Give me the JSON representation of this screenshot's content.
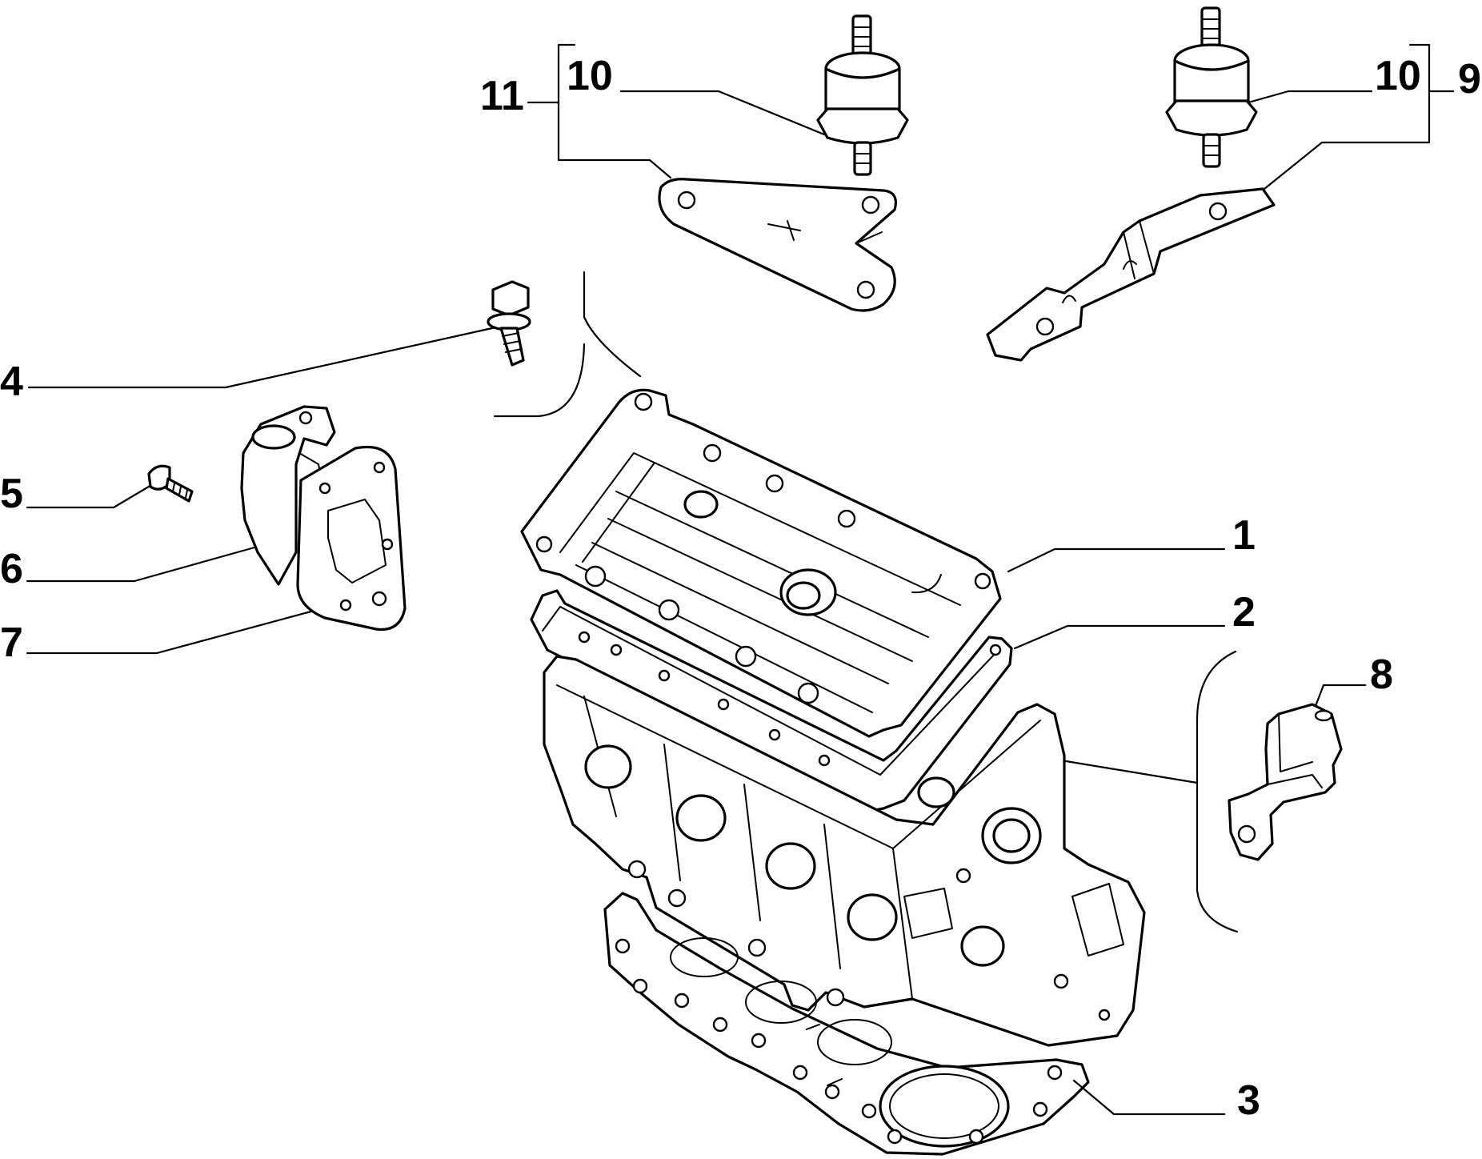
{
  "diagram": {
    "callouts": [
      {
        "id": "1",
        "label": "1"
      },
      {
        "id": "2",
        "label": "2"
      },
      {
        "id": "3",
        "label": "3"
      },
      {
        "id": "4",
        "label": "4"
      },
      {
        "id": "5",
        "label": "5"
      },
      {
        "id": "6",
        "label": "6"
      },
      {
        "id": "7",
        "label": "7"
      },
      {
        "id": "8",
        "label": "8"
      },
      {
        "id": "9",
        "label": "9"
      },
      {
        "id": "10a",
        "label": "10"
      },
      {
        "id": "10b",
        "label": "10"
      },
      {
        "id": "11",
        "label": "11"
      }
    ]
  }
}
